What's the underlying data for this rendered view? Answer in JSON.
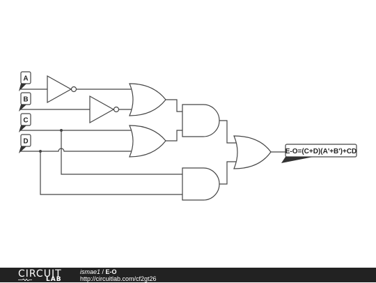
{
  "inputs": [
    {
      "label": "A"
    },
    {
      "label": "B"
    },
    {
      "label": "C"
    },
    {
      "label": "D"
    }
  ],
  "output": {
    "label": "E-O=(C+D)(A'+B')+CD"
  },
  "footer": {
    "logo_top": "CIRCUIT",
    "logo_bottom": "LAB",
    "user": "ismae1",
    "separator": " / ",
    "circuit_name": "E-O",
    "url": "http://circuitlab.com/cf2gt26"
  }
}
